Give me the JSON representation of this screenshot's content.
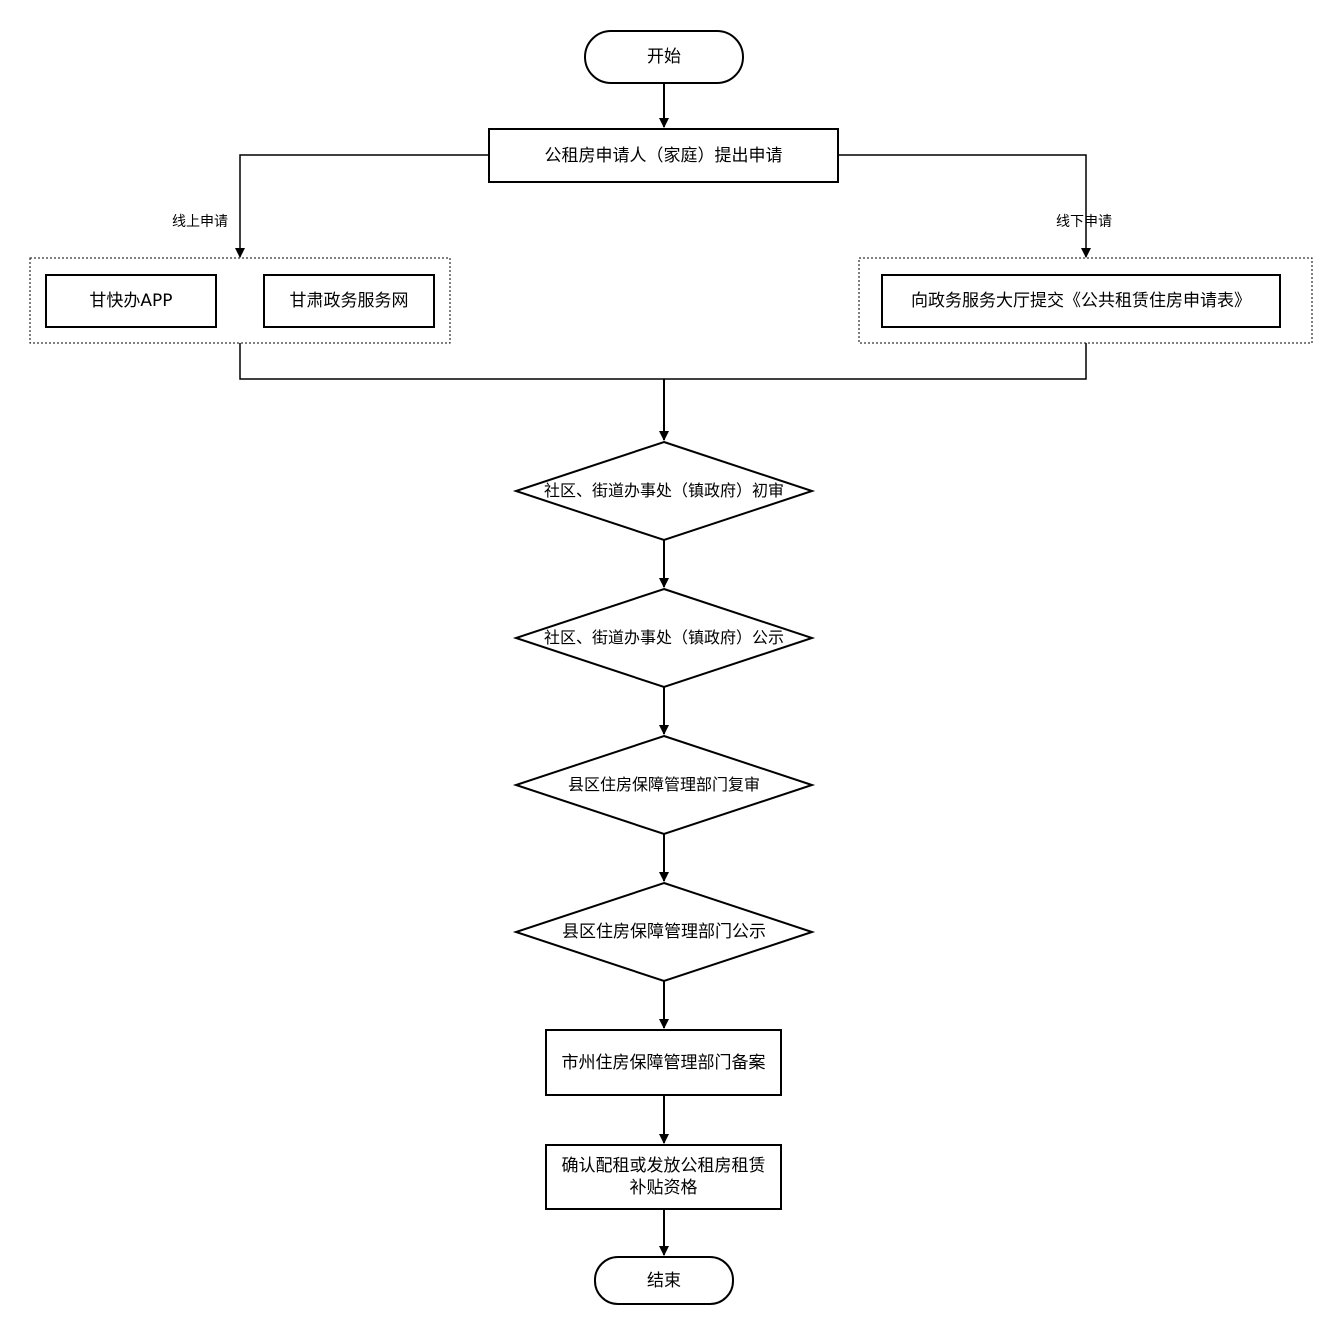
{
  "nodes": {
    "start": "开始",
    "apply": "公租房申请人（家庭）提出申请",
    "online_app": "甘快办APP",
    "online_web": "甘肃政务服务网",
    "offline_submit": "向政务服务大厅提交《公共租赁住房申请表》",
    "community_review": "社区、街道办事处（镇政府）初审",
    "community_publicity": "社区、街道办事处（镇政府）公示",
    "county_review": "县区住房保障管理部门复审",
    "county_publicity": "县区住房保障管理部门公示",
    "city_filing": "市州住房保障管理部门备案",
    "confirm": "确认配租或发放公租房租赁补贴资格",
    "end": "结束"
  },
  "edges": {
    "online": "线上申请",
    "offline": "线下申请"
  }
}
